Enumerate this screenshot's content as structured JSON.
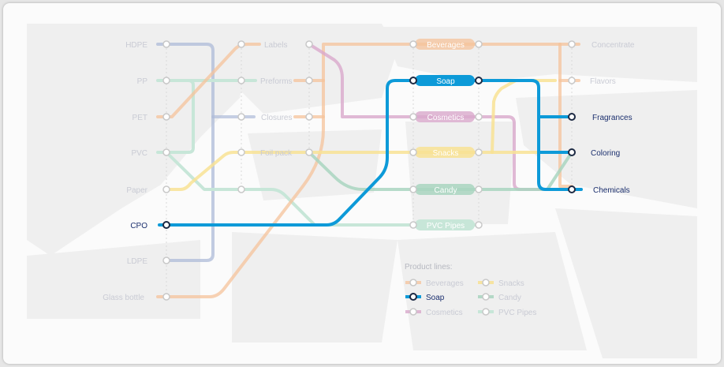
{
  "colors": {
    "beverages": "#f6c39b",
    "soap": "#0d9ad8",
    "cosmetics": "#d9a9cc",
    "snacks": "#f8e294",
    "candy": "#a9d5bf",
    "pvc_pipes": "#c7e6d8",
    "hdpe": "#aebbd8",
    "faded_text": "#c9cbd4",
    "active_text": "#1b2f6e"
  },
  "stations": {
    "hdpe": "HDPE",
    "pp": "PP",
    "pet": "PET",
    "pvc": "PVC",
    "paper": "Paper",
    "cpo": "CPO",
    "ldpe": "LDPE",
    "glass_bottle": "Glass bottle",
    "labels": "Labels",
    "preforms": "Preforms",
    "closures": "Closures",
    "foil_pack": "Foil pack",
    "beverages": "Beverages",
    "soap": "Soap",
    "cosmetics": "Cosmetics",
    "snacks": "Snacks",
    "candy": "Candy",
    "pvc_pipes": "PVC Pipes",
    "concentrate": "Concentrate",
    "flavors": "Flavors",
    "fragrances": "Fragrances",
    "coloring": "Coloring",
    "chemicals": "Chemicals"
  },
  "legend": {
    "title": "Product lines:",
    "items": [
      "Beverages",
      "Soap",
      "Cosmetics",
      "Snacks",
      "Candy",
      "PVC Pipes"
    ]
  },
  "selected_line": "Soap"
}
